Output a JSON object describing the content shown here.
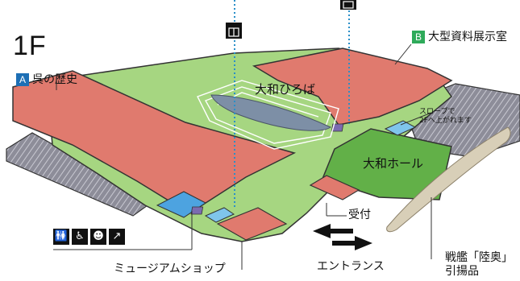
{
  "floor": "1F",
  "colors": {
    "exhibit": "#e07a6e",
    "green_light": "#a6d681",
    "green_dark": "#62b048",
    "gray": "#9a9aa6",
    "elevator_line": "#2a8fc8",
    "box_blue": "#1d6fb5",
    "box_green": "#2eaa5a"
  },
  "labels": {
    "history": {
      "tag": "A",
      "text": "呉の歴史"
    },
    "large_exhibit": {
      "tag": "B",
      "text": "大型資料展示室"
    },
    "plaza": "大和ひろば",
    "hall": "大和ホール",
    "slope": "スロープで\n2Fへ上がれます",
    "reception": "受付",
    "shop": "ミュージアムショップ",
    "entrance": "エントランス",
    "mutsu": "戦艦「陸奥」\n引揚品"
  },
  "icons": [
    "restroom-icon",
    "wheelchair-icon",
    "baby-room-icon",
    "accessible-route-icon",
    "elevator-icon"
  ]
}
